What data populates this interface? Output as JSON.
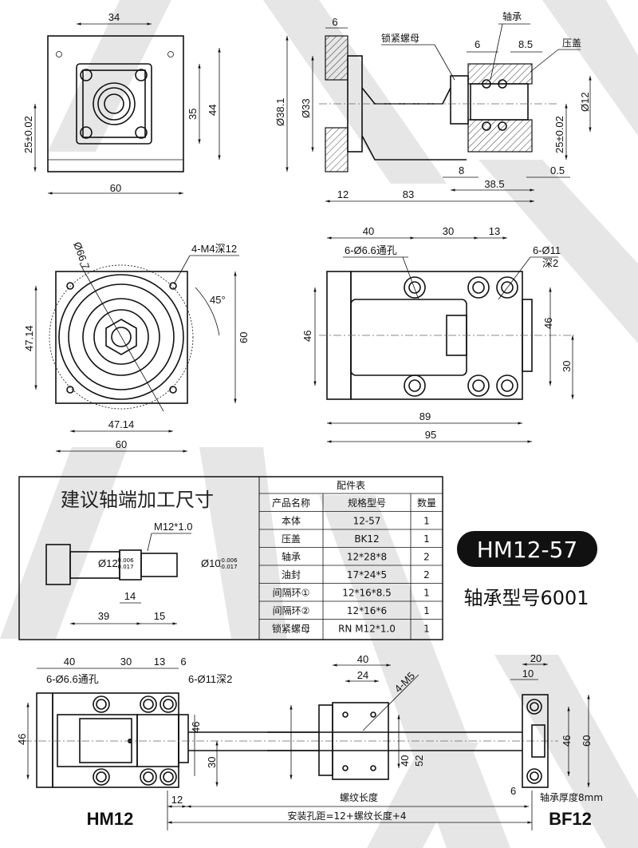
{
  "colors": {
    "line": "#111111",
    "watermark": "#e6e6e6",
    "badge_bg": "#111111",
    "badge_text": "#ffffff"
  },
  "top_front": {
    "dims": {
      "top": "34",
      "bottom": "60",
      "right1": "35",
      "right2": "44",
      "left": "25±0.02"
    }
  },
  "top_side": {
    "labels": {
      "lock_nut": "锁紧螺母",
      "bearing": "轴承",
      "cover": "压盖"
    },
    "dims": {
      "flange": "6",
      "d1": "Ø38.1",
      "d2": "Ø33",
      "w12": "12",
      "l83": "83",
      "d6": "6",
      "d85": "8.5",
      "shaft": "Ø12",
      "h25": "25±0.02",
      "d8": "8",
      "d385": "38.5",
      "d05": "0.5"
    }
  },
  "mid_front": {
    "dims": {
      "circle": "Ø66.7",
      "holes": "4-M4深12",
      "angle": "45°",
      "h60": "60",
      "h4714": "47.14",
      "w4714": "47.14",
      "w60": "60"
    }
  },
  "mid_top": {
    "dims": {
      "a40": "40",
      "a30": "30",
      "a13": "13",
      "holes1": "6-Ø6.6通孔",
      "holes2": "6-Ø11",
      "depth": "深2",
      "h46l": "46",
      "h46r": "46",
      "h30": "30",
      "w89": "89",
      "w95": "95"
    }
  },
  "shaft_end": {
    "title": "建议轴端加工尺寸",
    "thread": "M12*1.0",
    "d12": "Ø12",
    "d12_tol_up": "-0.006",
    "d12_tol_low": "-0.017",
    "d10": "Ø10",
    "d10_tol_up": "-0.006",
    "d10_tol_low": "-0.017",
    "l14": "14",
    "l39": "39",
    "l15": "15"
  },
  "parts_table": {
    "title": "配件表",
    "headers": [
      "产品名称",
      "规格型号",
      "数量"
    ],
    "rows": [
      [
        "本体",
        "12-57",
        "1"
      ],
      [
        "压盖",
        "BK12",
        "1"
      ],
      [
        "轴承",
        "12*28*8",
        "2"
      ],
      [
        "油封",
        "17*24*5",
        "2"
      ],
      [
        "间隔环①",
        "12*16*8.5",
        "1"
      ],
      [
        "间隔环②",
        "12*16*6",
        "1"
      ],
      [
        "锁紧螺母",
        "RN M12*1.0",
        "1"
      ]
    ]
  },
  "model": {
    "badge": "HM12-57",
    "bearing_model": "轴承型号6001"
  },
  "assembly": {
    "dims": {
      "a40": "40",
      "a30": "30",
      "a13": "13",
      "a6": "6",
      "holes1": "6-Ø6.6通孔",
      "holes2": "6-Ø11深2",
      "h46": "46",
      "h46b": "46",
      "h30": "30",
      "n40": "40",
      "n24": "24",
      "m5": "4-M5",
      "n40v": "40",
      "n52": "52",
      "b20": "20",
      "b10": "10",
      "b46": "46",
      "b60": "60",
      "b6": "6",
      "w12": "12"
    },
    "thread_length": "螺纹长度",
    "install_distance": "安装孔距=12+螺纹长度+4",
    "bearing_thickness": "轴承厚度8mm",
    "left_label": "HM12",
    "right_label": "BF12"
  }
}
